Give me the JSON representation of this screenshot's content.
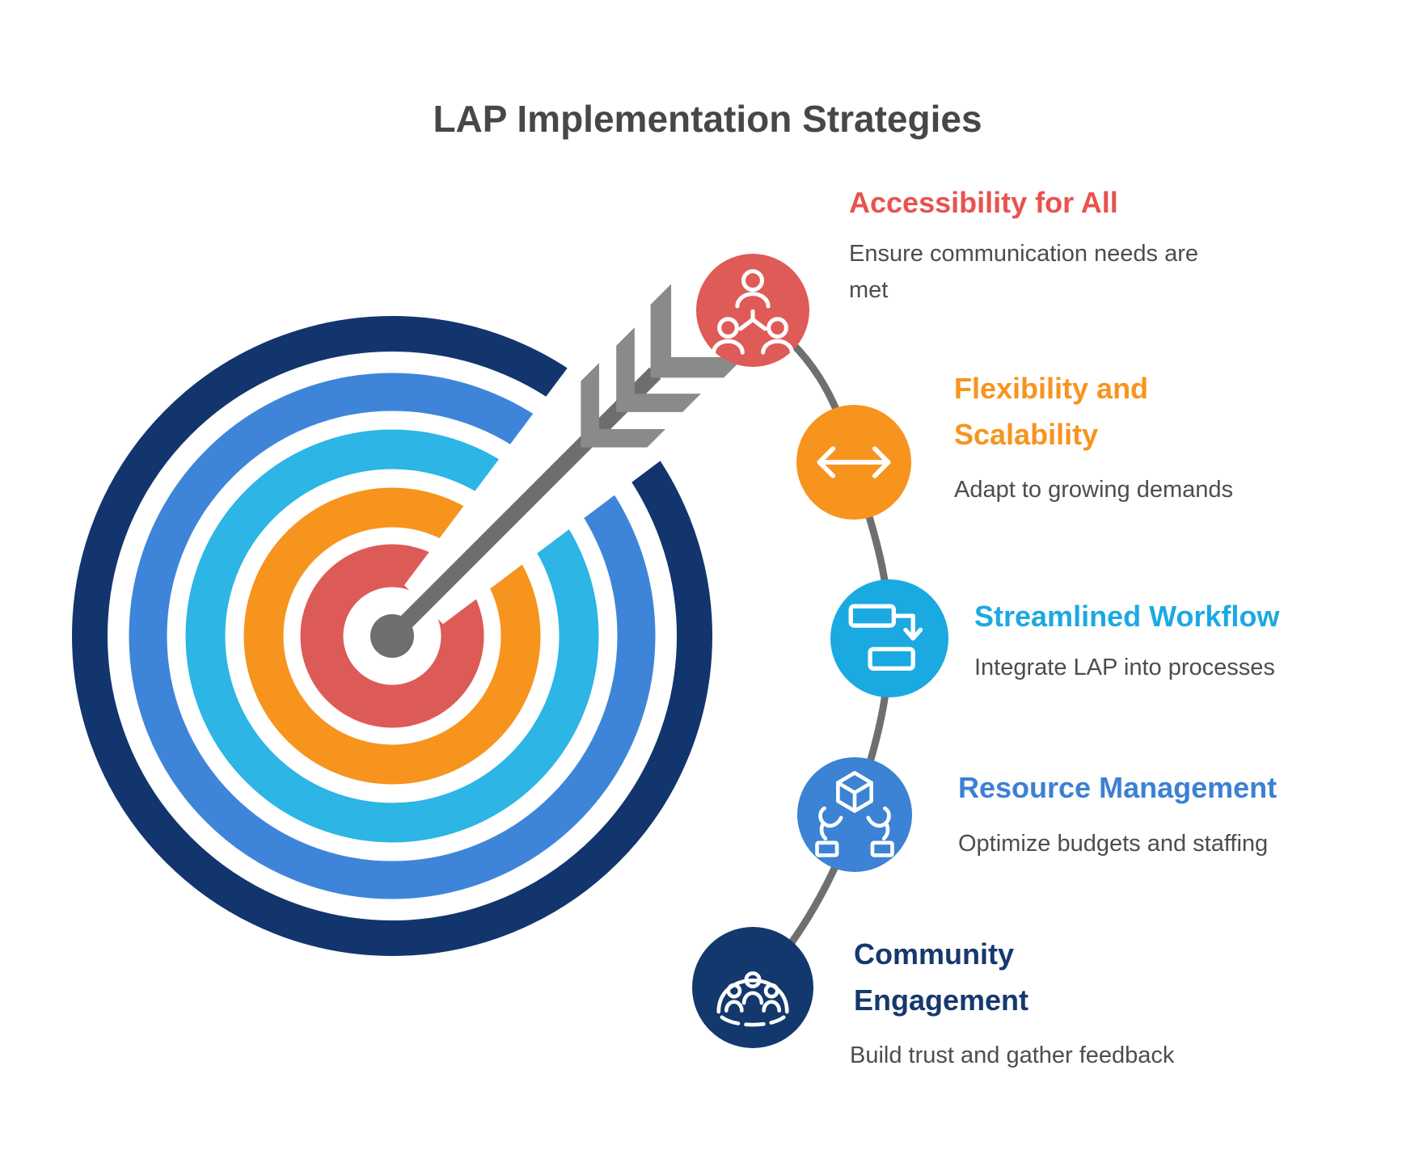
{
  "page": {
    "title": "LAP Implementation Strategies",
    "background_color": "#FFFFFF",
    "title_color": "#474747",
    "description_color": "#4D4D4D"
  },
  "strategies": [
    {
      "title": "Accessibility for All",
      "description": "Ensure communication needs are met",
      "title_color": "#E8534E",
      "circle_color": "#DE5B57",
      "icon": "people-hierarchy-icon"
    },
    {
      "title": "Flexibility and Scalability",
      "description": "Adapt to growing demands",
      "title_color": "#F7941E",
      "circle_color": "#F7941E",
      "icon": "horizontal-resize-arrow-icon"
    },
    {
      "title": "Streamlined Workflow",
      "description": "Integrate LAP into processes",
      "title_color": "#1BA9E2",
      "circle_color": "#1BA9E2",
      "icon": "workflow-icon"
    },
    {
      "title": "Resource Management",
      "description": "Optimize budgets and staffing",
      "title_color": "#3B80D4",
      "circle_color": "#3C82D5",
      "icon": "hands-holding-cube-icon"
    },
    {
      "title": "Community Engagement",
      "description": "Build trust and gather feedback",
      "title_color": "#16386E",
      "circle_color": "#13386E",
      "icon": "community-dome-icon"
    }
  ],
  "target": {
    "ring_colors": [
      "#12356E",
      "#3E85DA",
      "#2CB5E5",
      "#F7941D",
      "#DD5B57"
    ],
    "cutout_color": "#FFFFFF",
    "connector_color": "#6F6F6F",
    "arrow": {
      "shaft_color": "#6E6E6E",
      "dot_color": "#6E6E6E",
      "fletching_color": "#8A8A8A"
    }
  }
}
